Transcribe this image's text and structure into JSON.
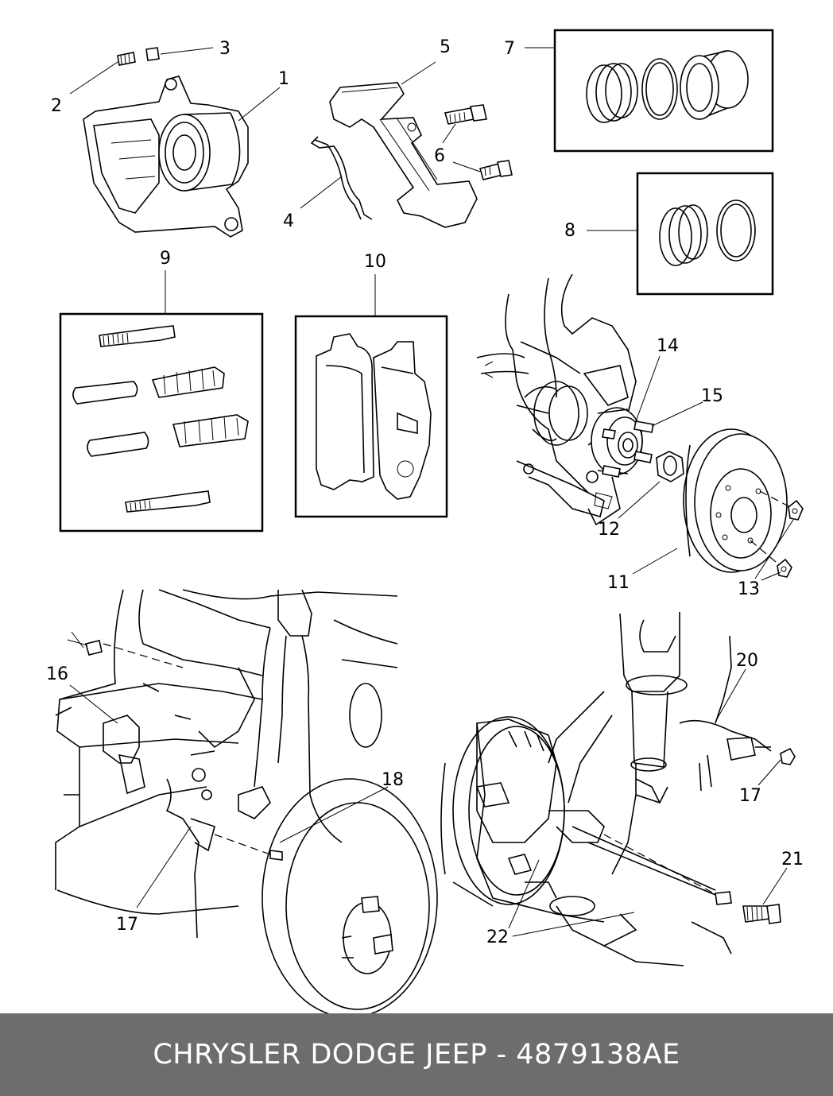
{
  "callouts": [
    "1",
    "2",
    "3",
    "4",
    "5",
    "6",
    "7",
    "8",
    "9",
    "10",
    "11",
    "12",
    "13",
    "14",
    "15",
    "16",
    "17",
    "18",
    "20",
    "17",
    "21",
    "22"
  ],
  "footer": {
    "text": "CHRYSLER DODGE JEEP - 4879138AE",
    "background": "#6d6d6d",
    "color": "#ffffff"
  }
}
